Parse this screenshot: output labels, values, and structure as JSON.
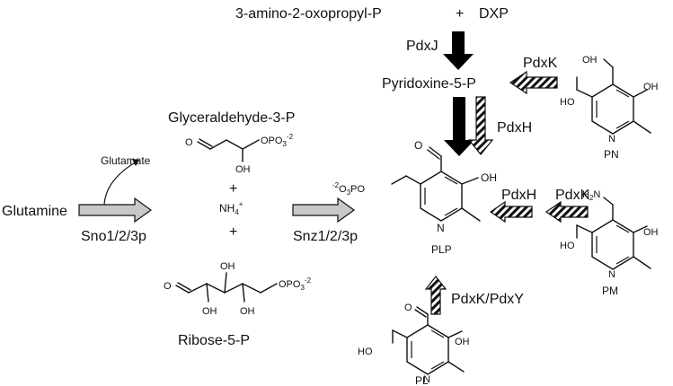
{
  "pathway": {
    "substrates_top": {
      "left": "3-amino-2-oxopropyl-P",
      "plus": "+",
      "right": "DXP"
    },
    "enzymes": {
      "pdxj": "PdxJ",
      "pdxk_top": "PdxK",
      "pdxh_top": "PdxH",
      "pdxh_mid": "PdxH",
      "pdxk_mid": "PdxK",
      "pdxk_pdxy": "PdxK/PdxY",
      "sno": "Sno1/2/3p",
      "snz": "Snz1/2/3p"
    },
    "metabolites": {
      "pyridoxine_5p": "Pyridoxine-5-P",
      "glyceraldehyde_3p": "Glyceraldehyde-3-P",
      "ribose_5p": "Ribose-5-P",
      "glutamine": "Glutamine",
      "glutamate": "Glutamate",
      "ammonium": "NH",
      "ammonium_sub": "4",
      "ammonium_sup": "+",
      "plus_1": "+",
      "plus_2": "+"
    },
    "compounds": {
      "pn": "PN",
      "pm": "PM",
      "pl": "PL",
      "plp": "PLP"
    },
    "atoms": {
      "oh": "OH",
      "ho": "HO",
      "n": "N",
      "h2n": "H",
      "h2n_sub": "2",
      "h2n_n": "N",
      "opo3": "OPO",
      "opo3_sub": "3",
      "opo3_sup": "-2",
      "plp_phos_sup": "-2",
      "plp_phos": "O",
      "plp_phos_sub": "3",
      "plp_phos_po": "PO"
    }
  }
}
